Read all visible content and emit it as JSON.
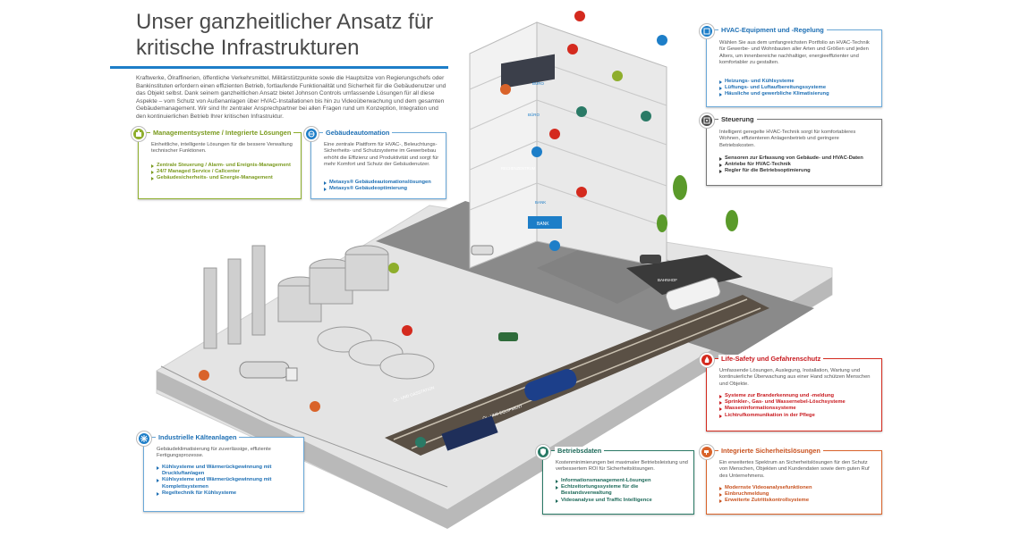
{
  "header": {
    "title": "Unser ganzheitlicher Ansatz für kritische Infrastrukturen",
    "intro": "Kraftwerke, Ölraffinerien, öffentliche Verkehrsmittel, Militärstützpunkte sowie die Hauptsitze von Regierungschefs oder Bankinstituten erfordern einen effizienten Betrieb, fortlaufende Funktionalität und Sicherheit für die Gebäudenutzer und das Objekt selbst. Dank seinem ganzheitlichen Ansatz bietet Johnson Controls umfassende Lösungen für all diese Aspekte – vom Schutz von Außenanlagen über HVAC-Installationen bis hin zu Videoüberwachung und dem gesamten Gebäudemanagement. Wir sind Ihr zentraler Ansprechpartner bei allen Fragen rund um Konzeption, Integration und den kontinuierlichen Betrieb Ihrer kritischen Infrastruktur."
  },
  "colors": {
    "accent_blue": "#1d7ec8",
    "green": "#8eae2c",
    "red": "#d42a1e",
    "orange": "#d9632a",
    "teal": "#2a7a66",
    "dark": "#4a4a4a"
  },
  "scene_labels": {
    "buero_1": "BÜRO",
    "buero_2": "BÜRO",
    "rechenzentrum": "RECHENZENTRUM",
    "bank_1": "BANK",
    "bank_2": "BANK",
    "bahnhof": "BAHNHOF",
    "oel_gas": "ÖL- UND GASSTATION",
    "ol_equipment": "ÖL- UND EQUIPMENT"
  },
  "boxes": {
    "mgmt": {
      "icon": "building-management-icon",
      "title": "Managementsysteme / Integrierte Lösungen",
      "desc": "Einheitliche, intelligente Lösungen für die bessere Verwaltung technischer Funktionen.",
      "items": [
        "Zentrale Steuerung / Alarm- und Ereignis-Management",
        "24/7 Managed Service / Callcenter",
        "Gebäudesicherheits- und Energie-Management"
      ]
    },
    "ga": {
      "icon": "globe-icon",
      "title": "Gebäudeautomation",
      "desc": "Eine zentrale Plattform für HVAC-, Beleuchtungs- Sicherheits- und Schutzsysteme im Gewerbebau erhöht die Effizienz und Produktivität und sorgt für mehr Komfort und Schutz der Gebäudenutzer.",
      "items": [
        "Metasys® Gebäudeautomationslösungen",
        "Metasys® Gebäudeoptimierung"
      ]
    },
    "hvac": {
      "icon": "hvac-unit-icon",
      "title": "HVAC-Equipment und -Regelung",
      "desc": "Wählen Sie aus dem umfangreichsten Portfolio an HVAC-Technik für Gewerbe- und Wohnbauten aller Arten und Größen und jeden Alters, um innenbereiche nachhaltiger, energieeffizienter und komfortabler zu gestalten.",
      "items": [
        "Heizungs- und Kühlsysteme",
        "Lüftungs- und Luftaufbereitungssysteme",
        "Häusliche und gewerbliche Klimatisierung"
      ]
    },
    "steuerung": {
      "icon": "control-panel-icon",
      "title": "Steuerung",
      "desc": "Intelligent geregelte HVAC-Technik sorgt für komfortableres Wohnen, effizienteren Anlagenbetrieb und geringere Betriebskosten.",
      "items": [
        "Sensoren zur Erfassung von Gebäude- und HVAC-Daten",
        "Antriebe für HVAC-Technik",
        "Regler für die Betriebsoptimierung"
      ]
    },
    "life": {
      "icon": "flame-icon",
      "title": "Life-Safety und Gefahrenschutz",
      "desc": "Umfassende Lösungen, Auslegung, Installation, Wartung und kontinuierliche Überwachung aus einer Hand schützen Menschen und Objekte.",
      "items": [
        "Systeme zur Branderkennung und -meldung",
        "Sprinkler-, Gas- und Wassernebel-Löschsysteme",
        "Masseninformationssysteme",
        "Lichtrufkommunikation in der Pflege"
      ]
    },
    "sicher": {
      "icon": "security-camera-icon",
      "title": "Integrierte Sicherheitslösungen",
      "desc": "Ein erweitertes Spektrum an Sicherheitslösungen für den Schutz von Menschen, Objekten und Kundendaten sowie dem guten Ruf des Unternehmens.",
      "items": [
        "Modernste Videoanalysefunktionen",
        "Einbruchmeldung",
        "Erweiterte Zutrittskontrollsysteme"
      ]
    },
    "betrieb": {
      "icon": "shield-check-icon",
      "title": "Betriebsdaten",
      "desc": "Kostenminimierungen bei maximaler Betriebsleistung und verbessertem ROI für Sicherheitslösungen.",
      "items": [
        "Informationsmanagement-Lösungen",
        "Echtzeitortungssysteme für die Bestandsverwaltung",
        "Videoanalyse und Traffic Intelligence"
      ]
    },
    "kalte": {
      "icon": "snowflake-icon",
      "title": "Industrielle Kälteanlagen",
      "desc": "Gebäudeklimatisierung für zuverlässige, effiziente Fertigungsprozesse.",
      "items": [
        "Kühlsysteme und Wärmerückgewinnung mit Druckluftanlagen",
        "Kühlsysteme und Wärmerückgewinnung mit Komplettsystemen",
        "Regeltechnik für Kühlsysteme"
      ]
    }
  }
}
